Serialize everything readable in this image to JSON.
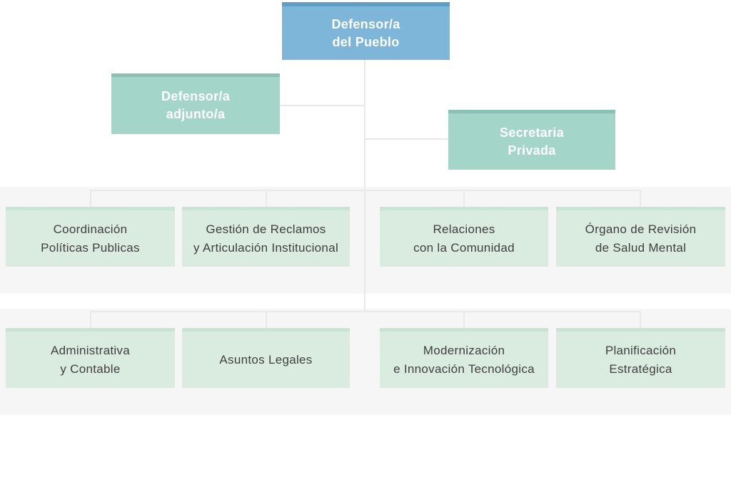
{
  "org_chart": {
    "root": {
      "label": "Defensor/a\ndel Pueblo"
    },
    "deputy": {
      "label": "Defensor/a\nadjunto/a"
    },
    "private_secretary": {
      "label": "Secretaria\nPrivada"
    },
    "row1": [
      {
        "label": "Coordinación\nPolíticas Publicas"
      },
      {
        "label": "Gestión de Reclamos\ny Articulación Institucional"
      },
      {
        "label": "Relaciones\ncon la Comunidad"
      },
      {
        "label": "Órgano de Revisión\nde Salud Mental"
      }
    ],
    "row2": [
      {
        "label": "Administrativa\ny Contable"
      },
      {
        "label": "Asuntos Legales"
      },
      {
        "label": "Modernización\ne Innovación Tecnológica"
      },
      {
        "label": "Planificación\nEstratégica"
      }
    ]
  },
  "colors": {
    "root_fill": "#7db6d9",
    "root_accent": "#5f9ec7",
    "level2_fill": "#a3d5c9",
    "level2_accent": "#8ac1b4",
    "unit_fill": "#d9ecdf",
    "unit_accent": "#cbe3d5",
    "band_fill": "#f6f6f6",
    "connector": "#e9e9e9",
    "text_dark": "#404040",
    "text_light": "#ffffff"
  }
}
